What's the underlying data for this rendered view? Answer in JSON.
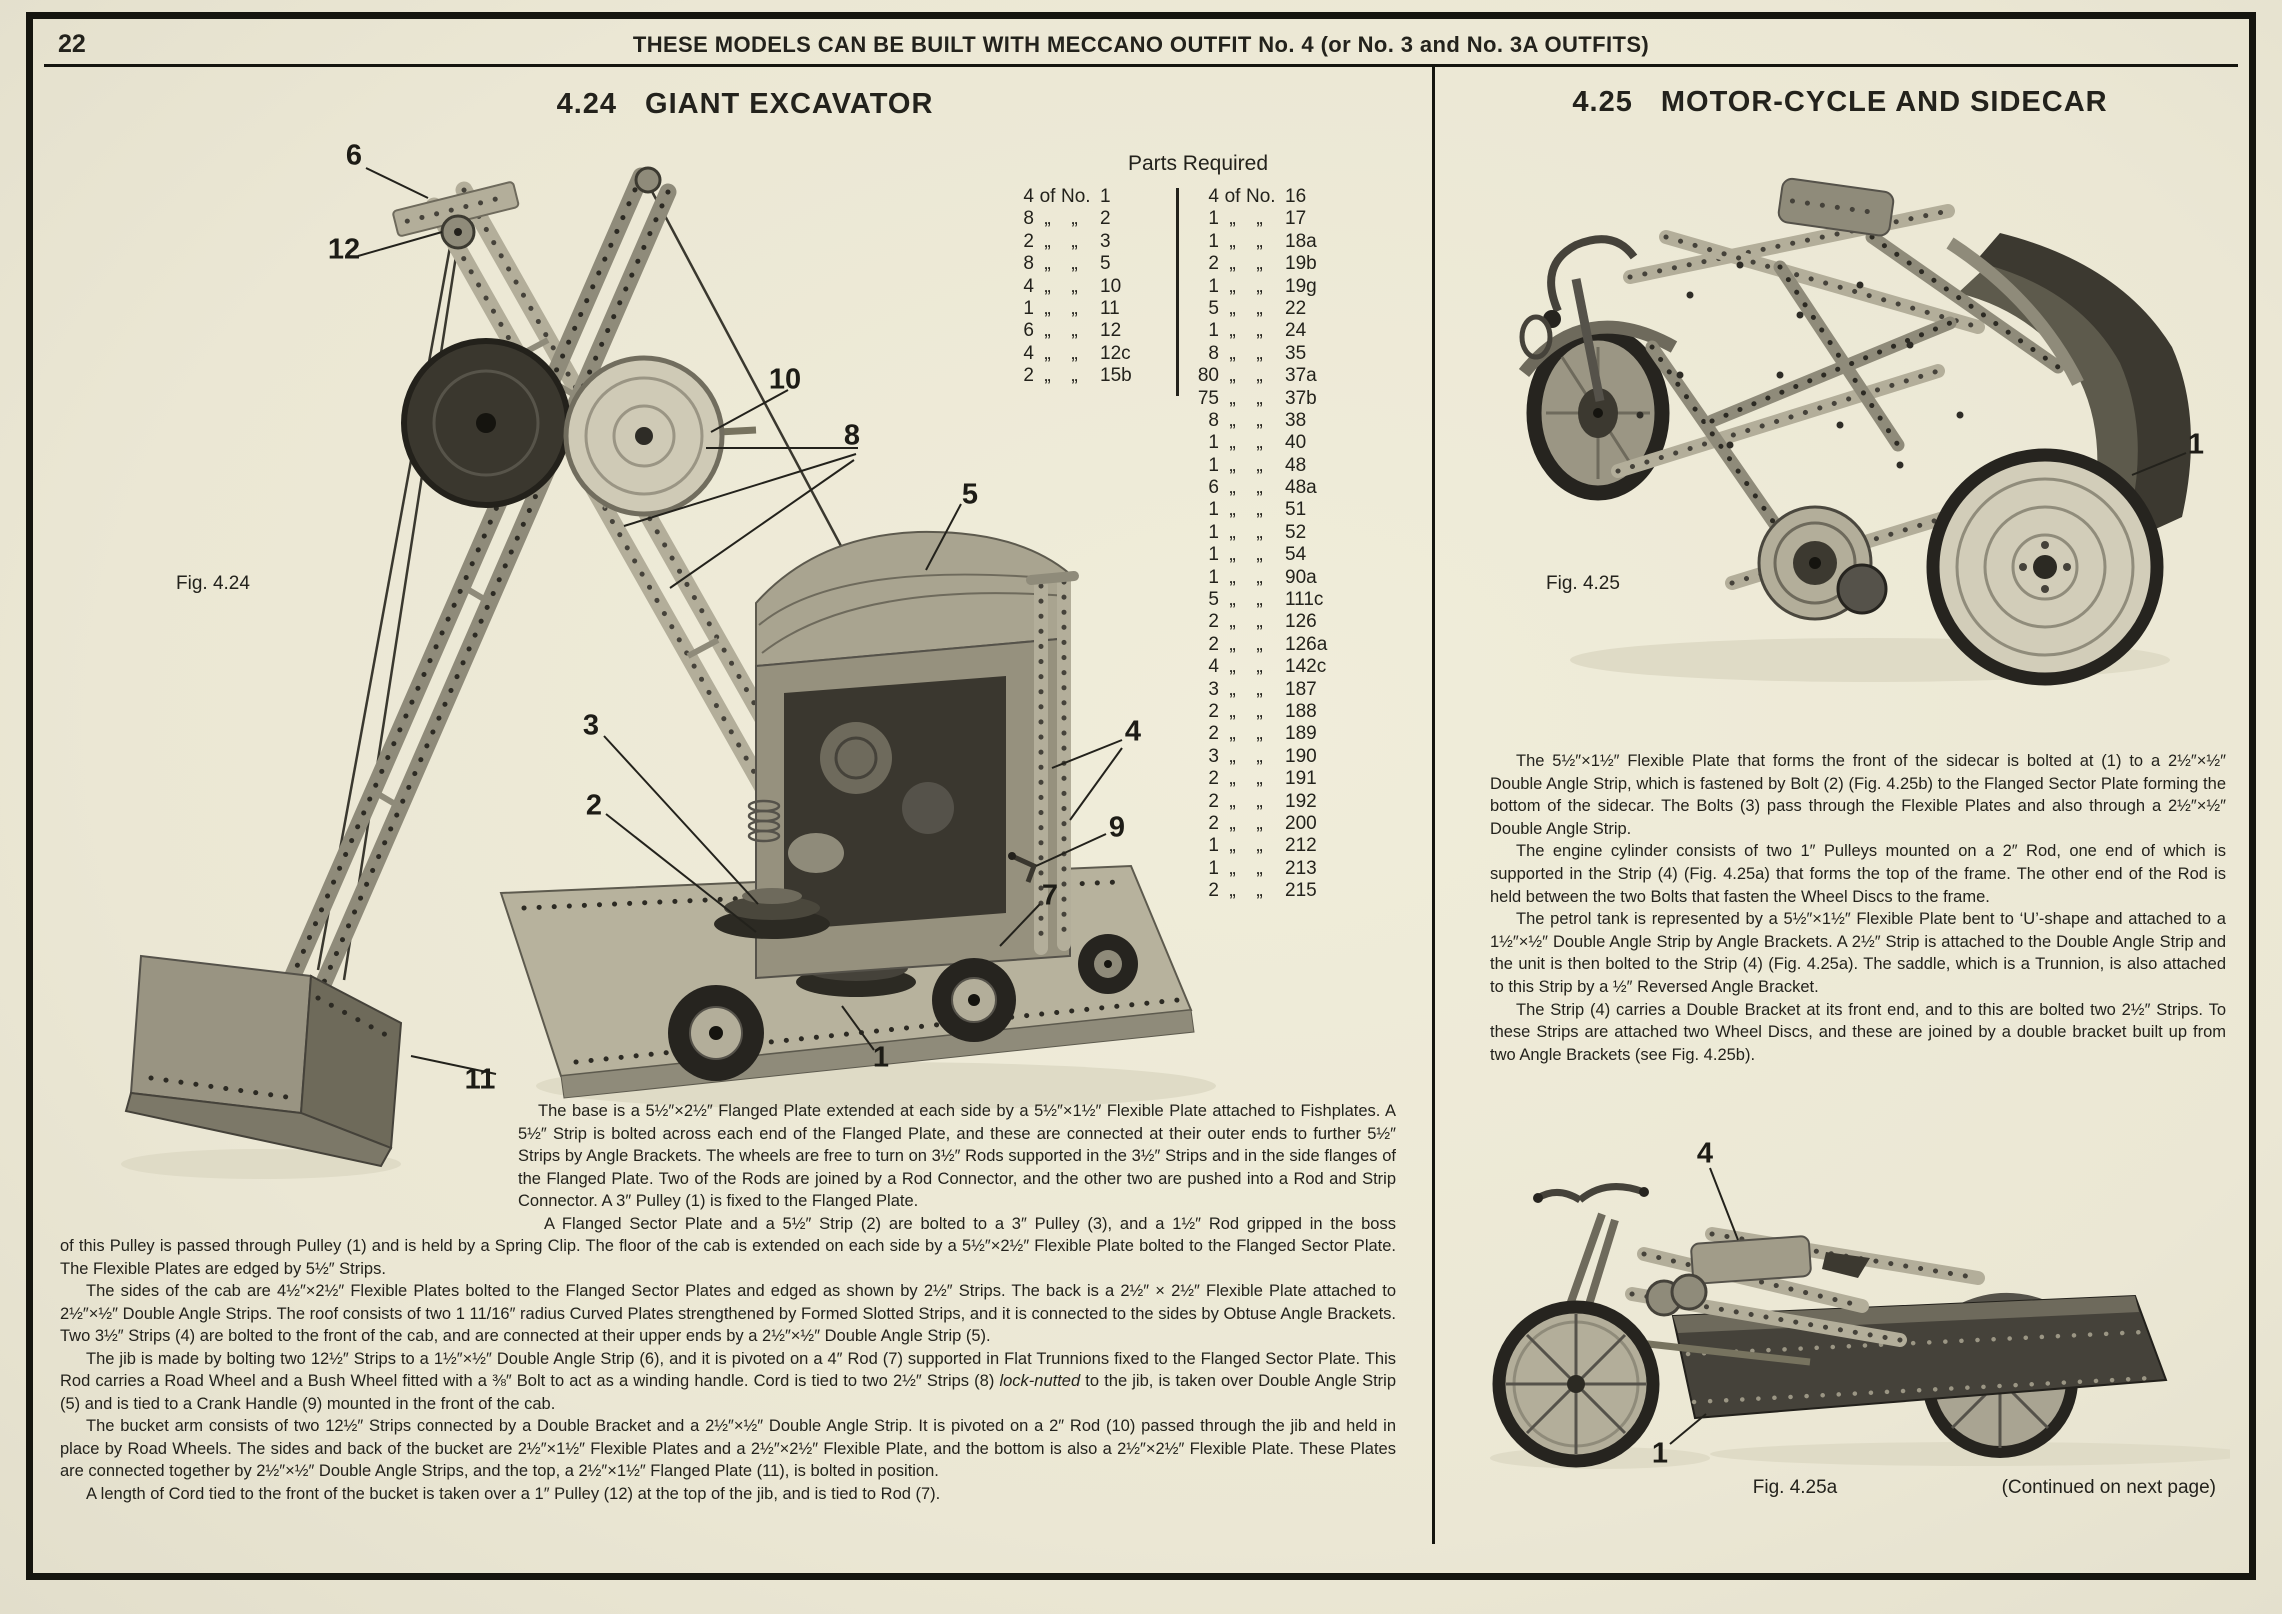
{
  "page": {
    "number": "22",
    "header": "THESE MODELS CAN BE BUILT WITH MECCANO OUTFIT No. 4 (or No. 3 and No. 3A OUTFITS)"
  },
  "excavator": {
    "section_number": "4.24",
    "title": "GIANT EXCAVATOR",
    "fig_label": "Fig. 4.24",
    "callouts": [
      "6",
      "12",
      "10",
      "8",
      "5",
      "3",
      "2",
      "4",
      "9",
      "7",
      "1",
      "11"
    ],
    "parts": {
      "title": "Parts Required",
      "col1": [
        [
          "4",
          "of",
          "No.",
          "1"
        ],
        [
          "8",
          "„",
          "„",
          "2"
        ],
        [
          "2",
          "„",
          "„",
          "3"
        ],
        [
          "8",
          "„",
          "„",
          "5"
        ],
        [
          "4",
          "„",
          "„",
          "10"
        ],
        [
          "1",
          "„",
          "„",
          "11"
        ],
        [
          "6",
          "„",
          "„",
          "12"
        ],
        [
          "4",
          "„",
          "„",
          "12c"
        ],
        [
          "2",
          "„",
          "„",
          "15b"
        ]
      ],
      "col2": [
        [
          "4",
          "of",
          "No.",
          "16"
        ],
        [
          "1",
          "„",
          "„",
          "17"
        ],
        [
          "1",
          "„",
          "„",
          "18a"
        ],
        [
          "2",
          "„",
          "„",
          "19b"
        ],
        [
          "1",
          "„",
          "„",
          "19g"
        ],
        [
          "5",
          "„",
          "„",
          "22"
        ],
        [
          "1",
          "„",
          "„",
          "24"
        ],
        [
          "8",
          "„",
          "„",
          "35"
        ],
        [
          "80",
          "„",
          "„",
          "37a"
        ],
        [
          "75",
          "„",
          "„",
          "37b"
        ],
        [
          "8",
          "„",
          "„",
          "38"
        ],
        [
          "1",
          "„",
          "„",
          "40"
        ],
        [
          "1",
          "„",
          "„",
          "48"
        ],
        [
          "6",
          "„",
          "„",
          "48a"
        ],
        [
          "1",
          "„",
          "„",
          "51"
        ],
        [
          "1",
          "„",
          "„",
          "52"
        ],
        [
          "1",
          "„",
          "„",
          "54"
        ],
        [
          "1",
          "„",
          "„",
          "90a"
        ],
        [
          "5",
          "„",
          "„",
          "111c"
        ],
        [
          "2",
          "„",
          "„",
          "126"
        ],
        [
          "2",
          "„",
          "„",
          "126a"
        ],
        [
          "4",
          "„",
          "„",
          "142c"
        ],
        [
          "3",
          "„",
          "„",
          "187"
        ],
        [
          "2",
          "„",
          "„",
          "188"
        ],
        [
          "2",
          "„",
          "„",
          "189"
        ],
        [
          "3",
          "„",
          "„",
          "190"
        ],
        [
          "2",
          "„",
          "„",
          "191"
        ],
        [
          "2",
          "„",
          "„",
          "192"
        ],
        [
          "2",
          "„",
          "„",
          "200"
        ],
        [
          "1",
          "„",
          "„",
          "212"
        ],
        [
          "1",
          "„",
          "„",
          "213"
        ],
        [
          "2",
          "„",
          "„",
          "215"
        ]
      ]
    },
    "text": {
      "base": "The base is a 5½″×2½″ Flanged Plate extended at each side by a 5½″×1½″ Flexible Plate attached to Fishplates. A 5½″ Strip is bolted across each end of the Flanged Plate, and these are connected at their outer ends to further 5½″ Strips by Angle Brackets. The wheels are free to turn on 3½″ Rods supported in the 3½″ Strips and in the side flanges of the Flanged Plate. Two of the Rods are joined by a Rod Connector, and the other two are pushed into a Rod and Strip Connector. A 3″ Pulley (1) is fixed to the Flanged Plate.",
      "sector_start": "A Flanged Sector Plate and a 5½″ Strip (2) are bolted to a 3″ Pulley (3), and a 1½″ Rod gripped in the boss",
      "sector_rest": "of this Pulley is passed through Pulley (1) and is held by a Spring Clip. The floor of the cab is extended on each side by a 5½″×2½″ Flexible Plate bolted to the Flanged Sector Plate. The Flexible Plates are edged by 5½″ Strips.",
      "sides": "The sides of the cab are 4½″×2½″ Flexible Plates bolted to the Flanged Sector Plates and edged as shown by 2½″ Strips. The back is a 2½″ × 2½″ Flexible Plate attached to 2½″×½″ Double Angle Strips. The roof consists of two 1 11/16″ radius Curved Plates strengthened by Formed Slotted Strips, and it is connected to the sides by Obtuse Angle Brackets. Two 3½″ Strips (4) are bolted to the front of the cab, and are connected at their upper ends by a 2½″×½″ Double Angle Strip (5).",
      "jib_pre": "The jib is made by bolting two 12½″ Strips to a 1½″×½″ Double Angle Strip (6), and it is pivoted on a 4″ Rod (7) supported in Flat Trunnions fixed to the Flanged Sector Plate. This Rod carries a Road Wheel and a Bush Wheel fitted with a ⅜″ Bolt to act as a winding handle. Cord is tied to two 2½″ Strips (8) ",
      "jib_em": "lock-nutted",
      "jib_post": " to the jib, is taken over Double Angle Strip (5) and is tied to a Crank Handle (9) mounted in the front of the cab.",
      "bucket": "The bucket arm consists of two 12½″ Strips connected by a Double Bracket and a 2½″×½″ Double Angle Strip. It is pivoted on a 2″ Rod (10) passed through the jib and held in place by Road Wheels. The sides and back of the bucket are 2½″×1½″ Flexible Plates and a 2½″×2½″ Flexible Plate, and the bottom is also a 2½″×2½″ Flexible Plate. These Plates are connected together by 2½″×½″ Double Angle Strips, and the top, a 2½″×1½″ Flanged Plate (11), is bolted in position.",
      "cord": "A length of Cord tied to the front of the bucket is taken over a 1″ Pulley (12) at the top of the jib, and is tied to Rod (7)."
    }
  },
  "motorcycle": {
    "section_number": "4.25",
    "title": "MOTOR-CYCLE AND SIDECAR",
    "fig1_label": "Fig. 4.25",
    "fig1_callouts": [
      "1"
    ],
    "fig2_label": "Fig. 4.25a",
    "fig2_callouts": [
      "4",
      "1"
    ],
    "continued": "(Continued on next page)",
    "paragraphs": [
      "The 5½″×1½″ Flexible Plate that forms the front of the sidecar is bolted at (1) to a 2½″×½″ Double Angle Strip, which is fastened by Bolt (2) (Fig. 4.25b) to the Flanged Sector Plate forming the bottom of the sidecar. The Bolts (3) pass through the Flexible Plates and also through a 2½″×½″ Double Angle Strip.",
      "The engine cylinder consists of two 1″ Pulleys mounted on a 2″ Rod, one end of which is supported in the Strip (4) (Fig. 4.25a) that forms the top of the frame. The other end of the Rod is held between the two Bolts that fasten the Wheel Discs to the frame.",
      "The petrol tank is represented by a 5½″×1½″ Flexible Plate bent to ‘U’-shape and attached to a 1½″×½″ Double Angle Strip by Angle Brackets. A 2½″ Strip is attached to the Double Angle Strip and the unit is then bolted to the Strip (4) (Fig. 4.25a). The saddle, which is a Trunnion, is also attached to this Strip by a ½″ Reversed Angle Bracket.",
      "The Strip (4) carries a Double Bracket at its front end, and to this are bolted two 2½″ Strips. To these Strips are attached two Wheel Discs, and these are joined by a double bracket built up from two Angle Brackets (see Fig. 4.25b)."
    ]
  }
}
